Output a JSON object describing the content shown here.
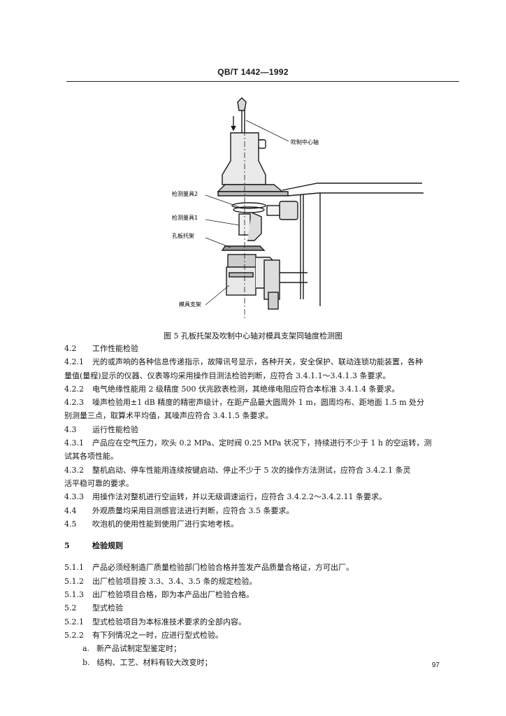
{
  "header": {
    "title": "QB/T 1442—1992"
  },
  "figure": {
    "caption": "图 5  孔板托架及吹制中心轴对模具支架同轴度检测图",
    "labels": {
      "center_axis": "吹制中心轴",
      "gauge2": "检测量具2",
      "gauge1": "检测量具1",
      "orifice_bracket": "孔板托架",
      "mold_bracket": "模具支架"
    }
  },
  "body": [
    {
      "num": "4.2",
      "text": "工作性能检验",
      "type": "section"
    },
    {
      "num": "4.2.1",
      "text": "光的或声响的各种信息传递指示，故障讯号显示，各种开关，安全保护、联动连锁功能装置，各种",
      "type": "first"
    },
    {
      "text": "量值(量程)显示的仪器、仪表等均采用操作目测法检验判断，应符合 3.4.1.1～3.4.1.3 条要求。",
      "type": "cont"
    },
    {
      "num": "4.2.2",
      "text": "电气绝缘性能用 2 级精度 500 伏兆欧表检测，其绝缘电阻应符合本标准 3.4.1.4 条要求。",
      "type": "first"
    },
    {
      "num": "4.2.3",
      "text": "噪声检验用±1 dB 精度的精密声级计，在距产品最大圆周外 1 m，圆周均布、距地面 1.5 m 处分",
      "type": "first"
    },
    {
      "text": "别测量三点，取算术平均值，其噪声应符合 3.4.1.5 条要求。",
      "type": "cont"
    },
    {
      "num": "4.3",
      "text": "运行性能检验",
      "type": "section"
    },
    {
      "num": "4.3.1",
      "text": "产品应在空气压力，吹头 0.2 MPa、定时阀 0.25 MPa 状况下，持续进行不少于 1 h 的空运转，测",
      "type": "first"
    },
    {
      "text": "试其各项性能。",
      "type": "cont"
    },
    {
      "num": "4.3.2",
      "text": "整机启动、停车性能用连续按键启动、停止不少于 5 次的操作方法测试，应符合 3.4.2.1 条灵",
      "type": "first"
    },
    {
      "text": "活平稳可靠的要求。",
      "type": "cont"
    },
    {
      "num": "4.3.3",
      "text": "用操作法对整机进行空运转，并以无级调速运行，应符合 3.4.2.2～3.4.2.11 条要求。",
      "type": "first"
    },
    {
      "num": "4.4",
      "text": "外观质量均采用目测感官法进行判断，应符合 3.5 条要求。",
      "type": "section"
    },
    {
      "num": "4.5",
      "text": "吹泡机的使用性能到使用厂进行实地考核。",
      "type": "section"
    },
    {
      "type": "gap"
    },
    {
      "num": "5",
      "text": "检验规则",
      "type": "chapter"
    },
    {
      "type": "gap"
    },
    {
      "num": "5.1.1",
      "text": "产品必须经制造厂质量检验部门检验合格并签发产品质量合格证，方可出厂。",
      "type": "first"
    },
    {
      "num": "5.1.2",
      "text": "出厂检验项目按 3.3、3.4、3.5 条的规定检验。",
      "type": "first"
    },
    {
      "num": "5.1.3",
      "text": "出厂检验项目合格，即为本产品出厂检验合格。",
      "type": "first"
    },
    {
      "num": "5.2",
      "text": "型式检验",
      "type": "section"
    },
    {
      "num": "5.2.1",
      "text": "型式检验项目为本标准技术要求的全部内容。",
      "type": "first"
    },
    {
      "num": "5.2.2",
      "text": "有下列情况之一时，应进行型式检验。",
      "type": "first"
    },
    {
      "num": "a.",
      "text": "新产品试制定型鉴定时；",
      "type": "item"
    },
    {
      "num": "b.",
      "text": "结构、工艺、材料有较大改变时；",
      "type": "item"
    }
  ],
  "footer": {
    "page_number": "97"
  }
}
